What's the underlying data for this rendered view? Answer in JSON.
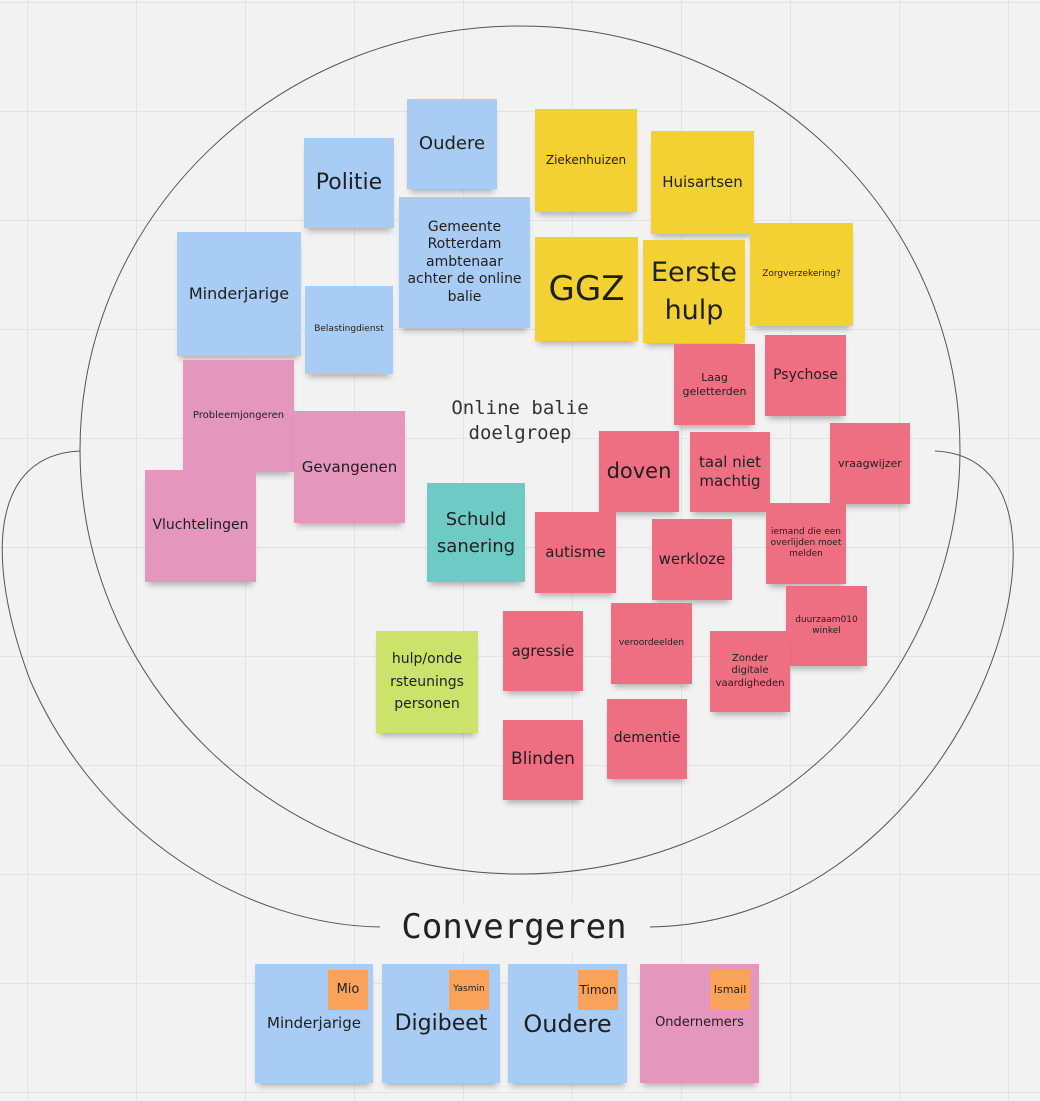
{
  "board": {
    "center_label_line1": "Online balie",
    "center_label_line2": "doelgroep",
    "title": "Convergeren"
  },
  "notes": {
    "oudere": "Oudere",
    "politie": "Politie",
    "gemeente": "Gemeente Rotterdam ambtenaar achter de online balie",
    "minderjarige": "Minderjarige",
    "belastingdienst": "Belastingdienst",
    "ziekenhuizen": "Ziekenhuizen",
    "huisartsen": "Huisartsen",
    "ggz": "GGZ",
    "eerste_hulp": "Eerste hulp",
    "zorgverzekering": "Zorgverzekering?",
    "probleemjongeren": "Probleemjongeren",
    "gevangenen": "Gevangenen",
    "vluchtelingen": "Vluchtelingen",
    "laag_geletterden": "Laag geletterden",
    "psychose": "Psychose",
    "doven": "doven",
    "taal_niet_machtig": "taal niet machtig",
    "vraagwijzer": "vraagwijzer",
    "schuldsanering": "Schuld sanering",
    "autisme": "autisme",
    "werkloze": "werkloze",
    "overlijden": "iemand die een overlijden moet melden",
    "duurzaam": "duurzaam010 winkel",
    "hulp": "hulp/onde rsteunings personen",
    "agressie": "agressie",
    "veroordeelden": "veroordeelden",
    "zonder_digitale": "Zonder digitale vaardigheden",
    "dementie": "dementie",
    "blinden": "Blinden"
  },
  "converged": [
    {
      "label": "Minderjarige",
      "author": "Mio"
    },
    {
      "label": "Digibeet",
      "author": "Yasmin"
    },
    {
      "label": "Oudere",
      "author": "Timon"
    },
    {
      "label": "Ondernemers",
      "author": "Ismail"
    }
  ]
}
